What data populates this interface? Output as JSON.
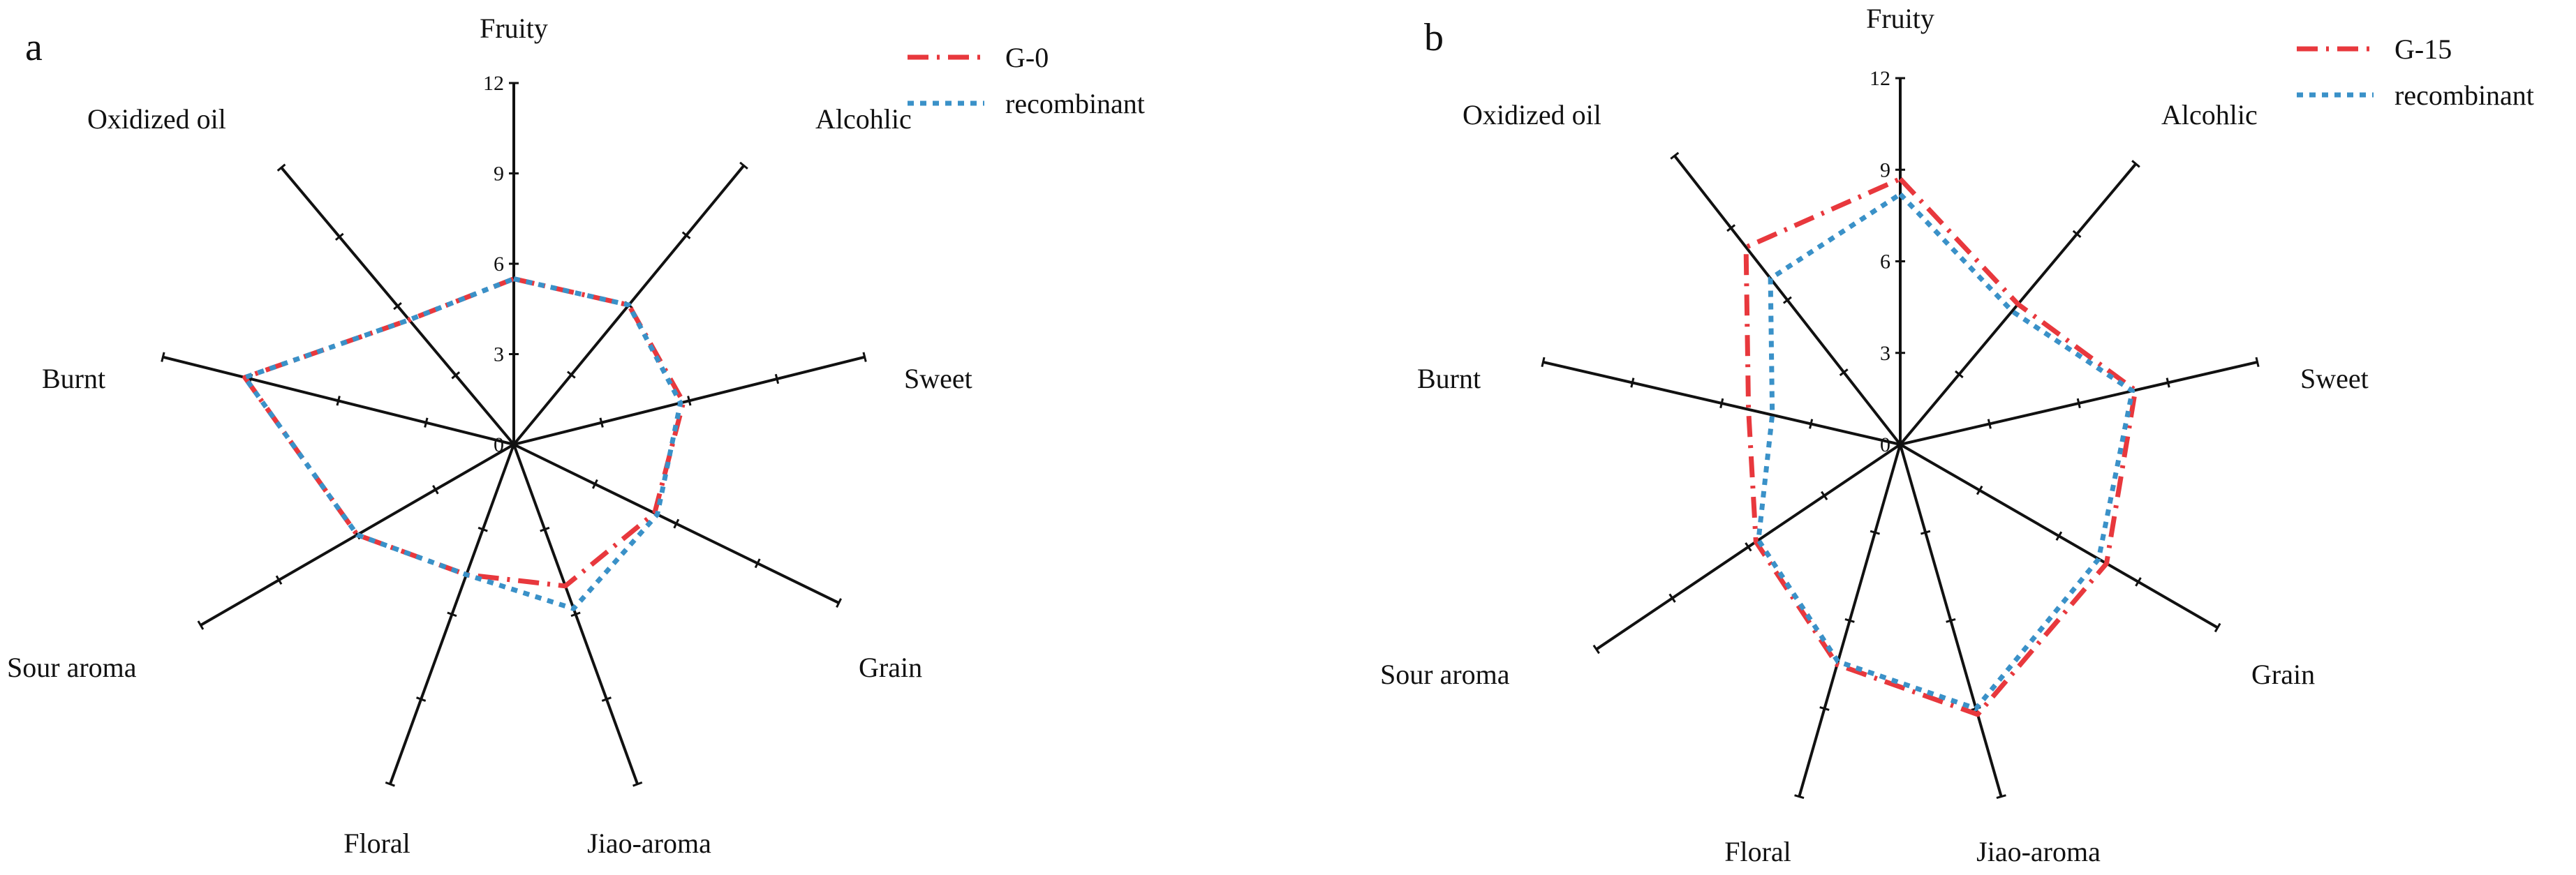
{
  "chart_data": [
    {
      "type": "radar",
      "panel_label": "a",
      "axes": [
        "Fruity",
        "Alcohlic",
        "Sweet",
        "Grain",
        "Jiao-aroma",
        "Floral",
        "Sour aroma",
        "Burnt",
        "Oxidized oil"
      ],
      "ticks": [
        0,
        3,
        6,
        9,
        12
      ],
      "tick_labels": [
        "0",
        "3",
        "6",
        "9",
        "12"
      ],
      "rlim": [
        0,
        12
      ],
      "legend_position": "top-right",
      "series": [
        {
          "name": "G-0",
          "color": "#e8383d",
          "style": "dash-dot",
          "values": [
            5.5,
            6.0,
            5.8,
            5.2,
            5.0,
            4.6,
            6.0,
            9.2,
            5.4
          ]
        },
        {
          "name": "recombinant",
          "color": "#3a91c8",
          "style": "dotted",
          "values": [
            5.5,
            6.0,
            5.7,
            5.3,
            5.8,
            4.6,
            6.0,
            9.2,
            5.4
          ]
        }
      ]
    },
    {
      "type": "radar",
      "panel_label": "b",
      "axes": [
        "Fruity",
        "Alcohlic",
        "Sweet",
        "Grain",
        "Jiao-aroma",
        "Floral",
        "Sour aroma",
        "Burnt",
        "Oxidized oil"
      ],
      "ticks": [
        0,
        3,
        6,
        9,
        12
      ],
      "tick_labels": [
        "0",
        "3",
        "6",
        "9",
        "12"
      ],
      "rlim": [
        0,
        12
      ],
      "legend_position": "top-right",
      "series": [
        {
          "name": "G-15",
          "color": "#e8383d",
          "style": "dash-dot",
          "values": [
            8.7,
            6.0,
            7.9,
            7.8,
            9.2,
            7.5,
            5.7,
            5.1,
            8.2
          ]
        },
        {
          "name": "recombinant",
          "color": "#3a91c8",
          "style": "dotted",
          "values": [
            8.2,
            5.7,
            7.8,
            7.5,
            9.0,
            7.4,
            5.6,
            4.3,
            6.9
          ]
        }
      ]
    }
  ]
}
